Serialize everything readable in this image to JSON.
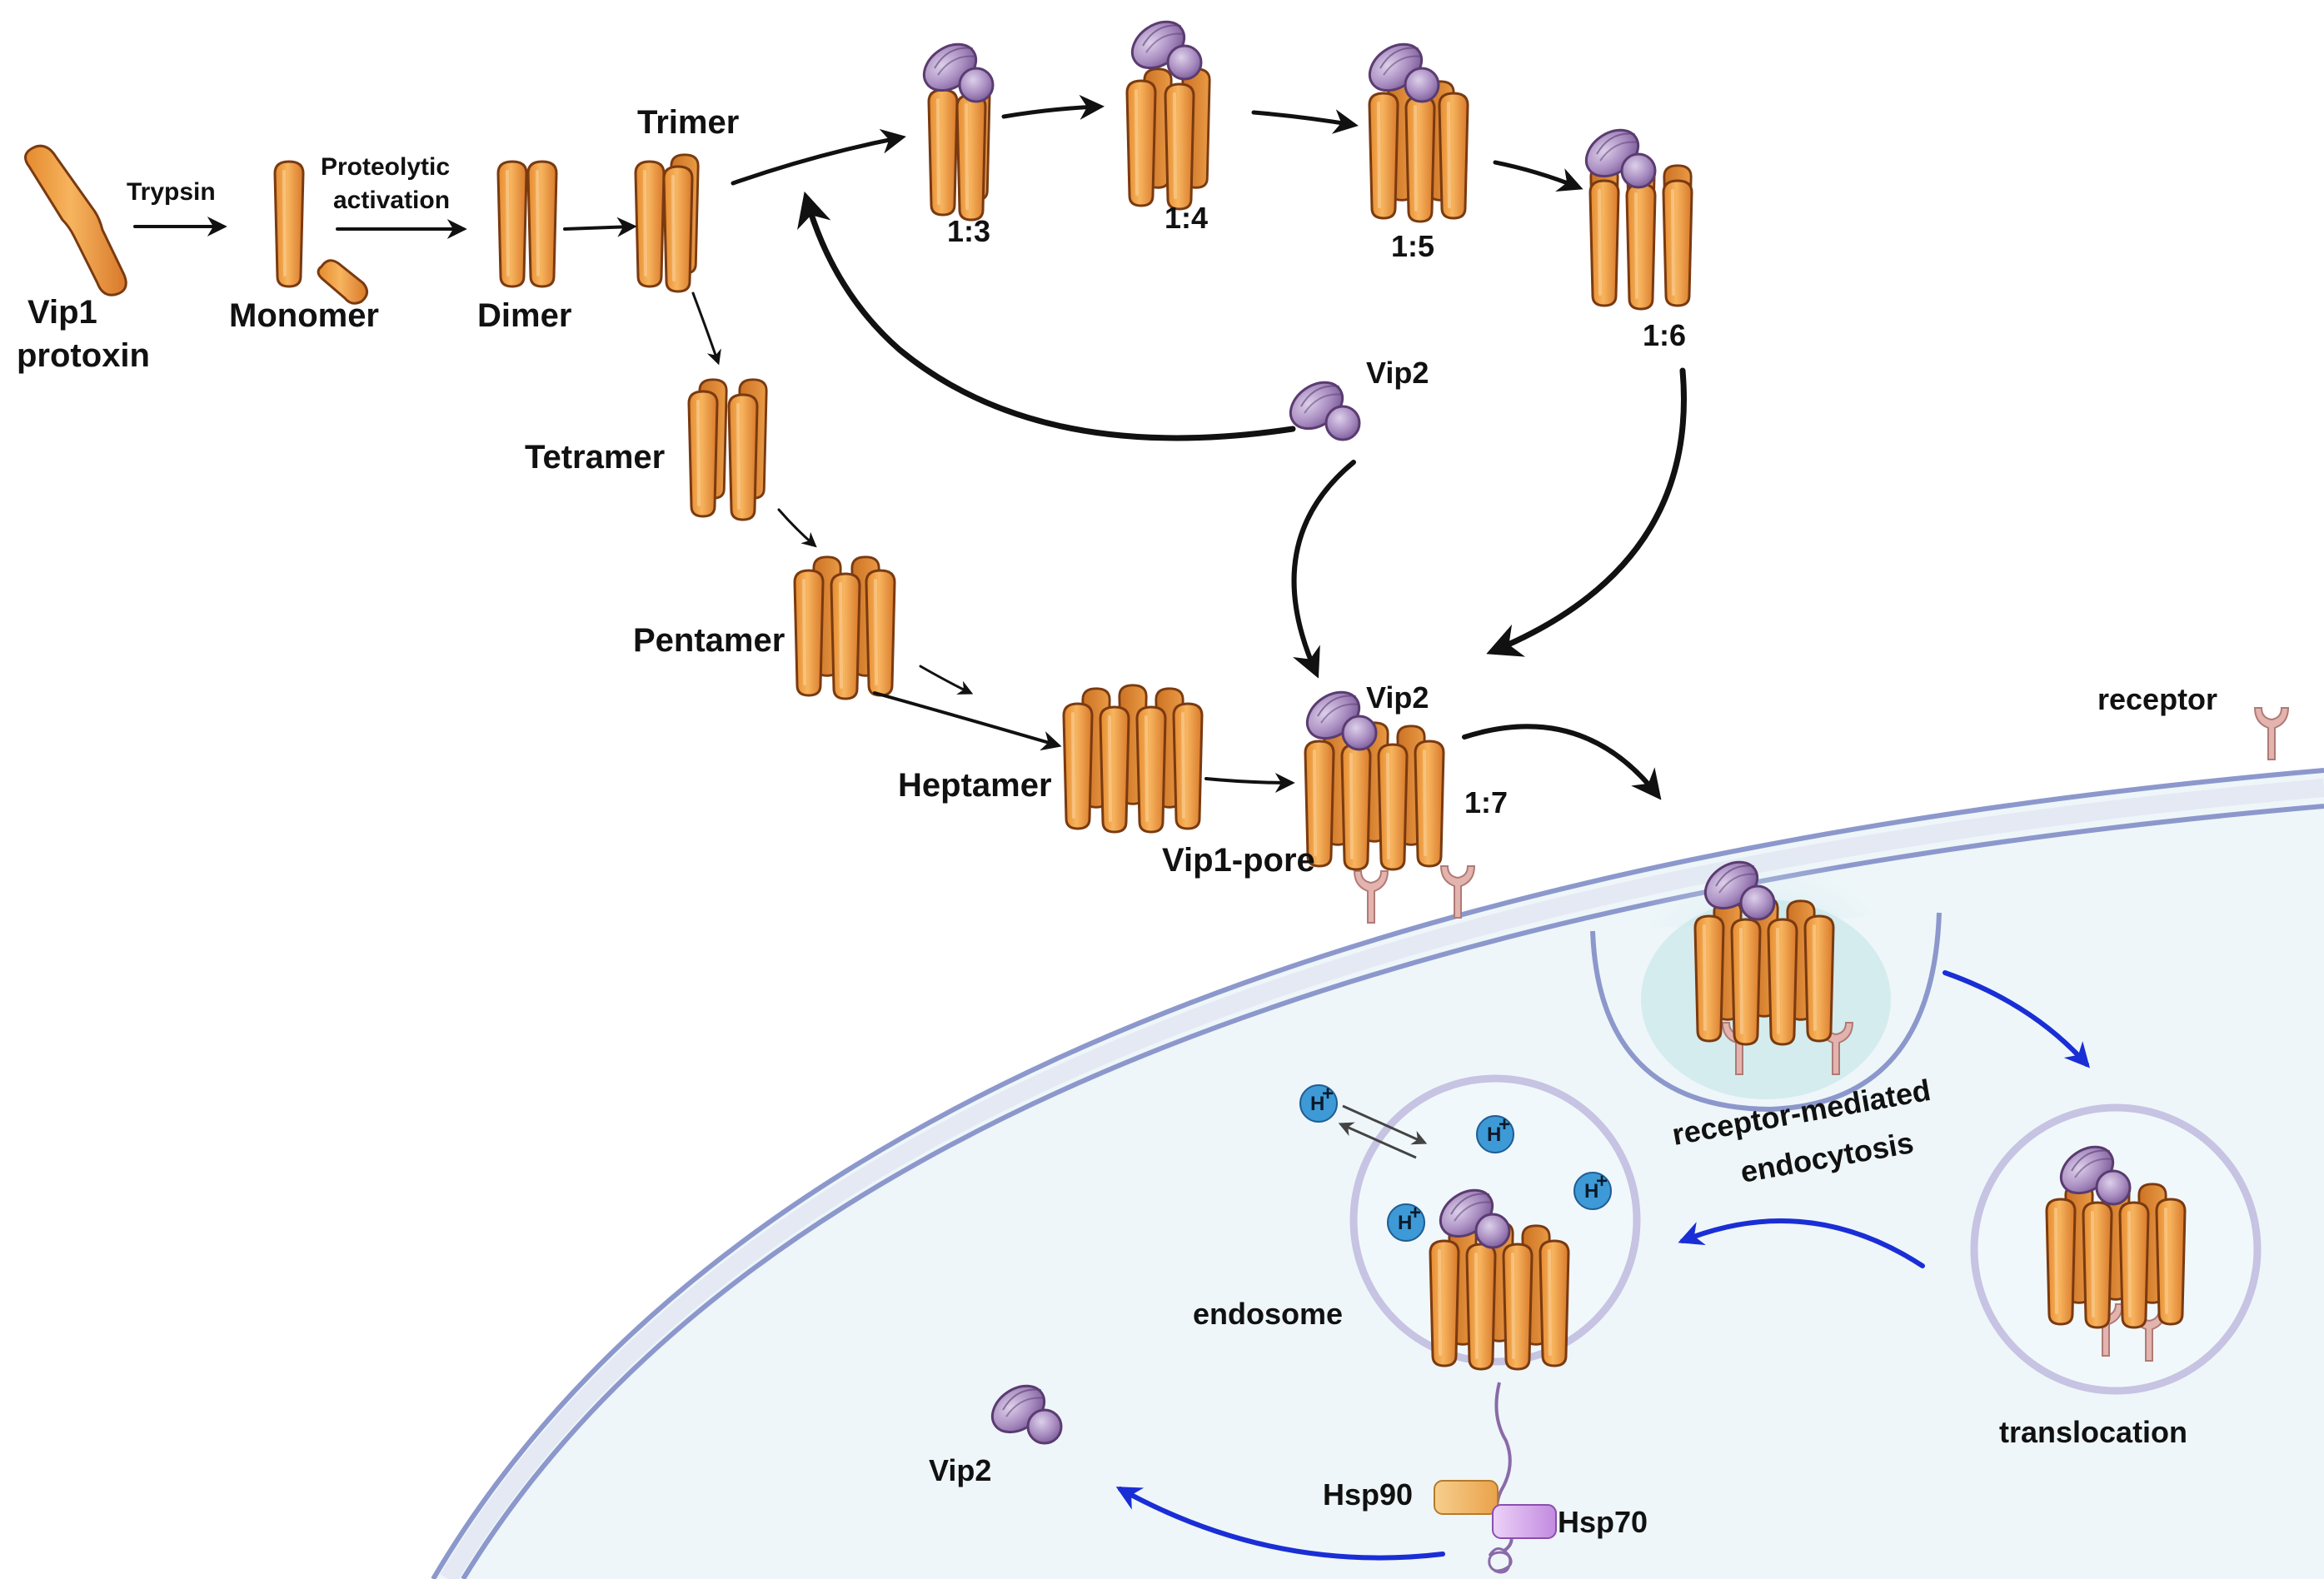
{
  "labels": {
    "vip1_protoxin_line1": "Vip1",
    "vip1_protoxin_line2": "protoxin",
    "trypsin": "Trypsin",
    "proteolytic_line1": "Proteolytic",
    "proteolytic_line2": "activation",
    "monomer": "Monomer",
    "dimer": "Dimer",
    "trimer": "Trimer",
    "tetramer": "Tetramer",
    "pentamer": "Pentamer",
    "heptamer": "Heptamer",
    "ratio_1_3": "1:3",
    "ratio_1_4": "1:4",
    "ratio_1_5": "1:5",
    "ratio_1_6": "1:6",
    "ratio_1_7": "1:7",
    "vip2_free": "Vip2",
    "vip2_pore": "Vip2",
    "vip1_pore": "Vip1-pore",
    "receptor": "receptor",
    "rme_line1": "receptor-mediated",
    "rme_line2": "endocytosis",
    "endosome": "endosome",
    "translocation": "translocation",
    "hsp90": "Hsp90",
    "hsp70": "Hsp70",
    "vip2_released": "Vip2",
    "h_plus": "H",
    "h_plus_sup": "+"
  },
  "colors": {
    "vip1_body": "#f2a34a",
    "vip1_shadow": "#d9802a",
    "vip1_outline": "#7a3a10",
    "vip2_body": "#b49ac9",
    "vip2_outline": "#5a3c70",
    "cell_fill": "#eef6f9",
    "membrane": "#8c98cc",
    "receptor": "#e3b3ae",
    "pit_glow": "#bfe3e6",
    "proton": "#3e9ad6",
    "hsp90": "#f4c27a",
    "hsp70": "#d3a6ea",
    "blue_arrow": "#1a2ed6",
    "black_arrow": "#111111"
  }
}
